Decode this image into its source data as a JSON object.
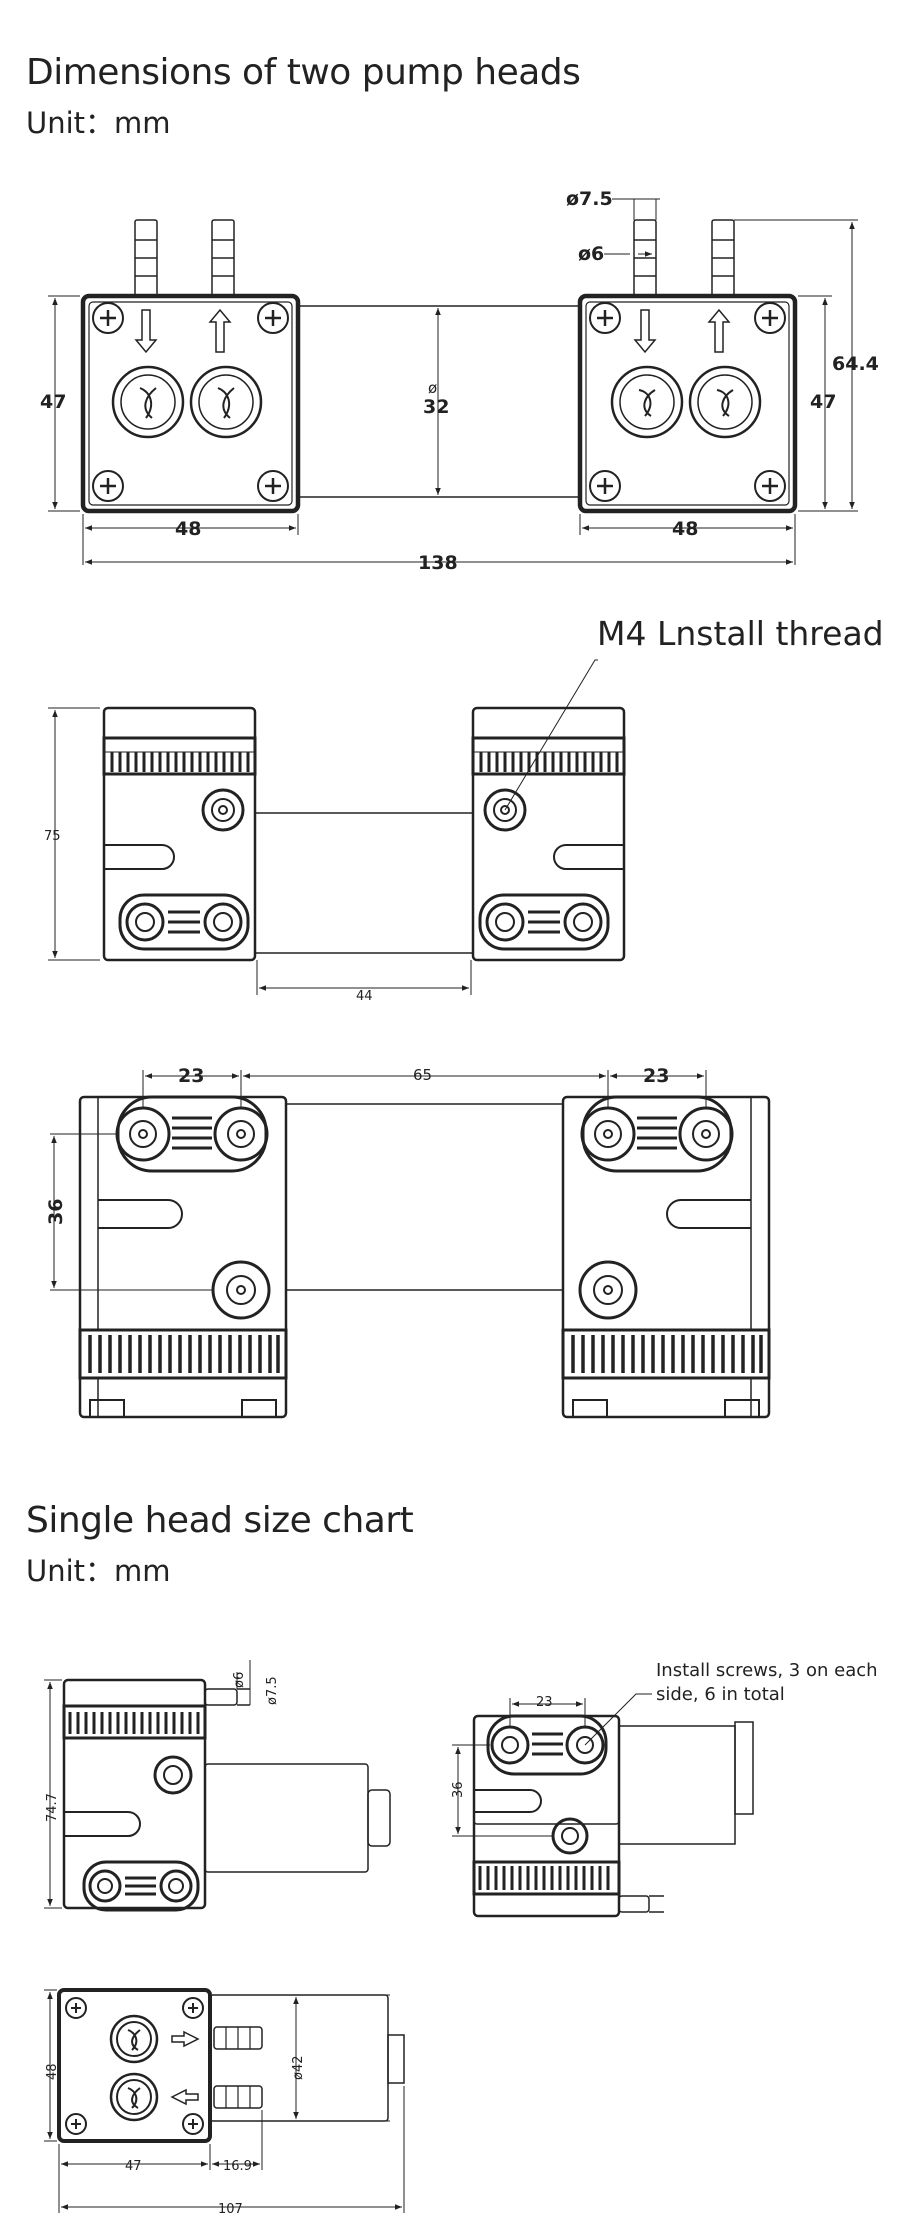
{
  "section1": {
    "title": "Dimensions of two pump heads",
    "unit": "Unit：mm"
  },
  "section2": {
    "title": "Single head size chart",
    "unit": "Unit：mm"
  },
  "top_view": {
    "phi75": "ø7.5",
    "phi6": "ø6",
    "d644": "64.4",
    "d47_left": "47",
    "d47_right": "47",
    "phi": "ø",
    "d32": "32",
    "d48_left": "48",
    "d48_right": "48",
    "d138": "138"
  },
  "side_view": {
    "callout": "M4 Lnstall thread",
    "d75": "75",
    "d44": "44"
  },
  "bottom_view": {
    "d23_left": "23",
    "d65": "65",
    "d23_right": "23",
    "d36": "36"
  },
  "single": {
    "phi6": "ø6",
    "phi75": "ø7.5",
    "d747": "74.7",
    "callout": "Install screws, 3 on each\nside, 6 in total",
    "d23": "23",
    "d36": "36",
    "d48": "48",
    "d42": "ø42",
    "d47": "47",
    "d169": "16.9",
    "d107": "107"
  }
}
